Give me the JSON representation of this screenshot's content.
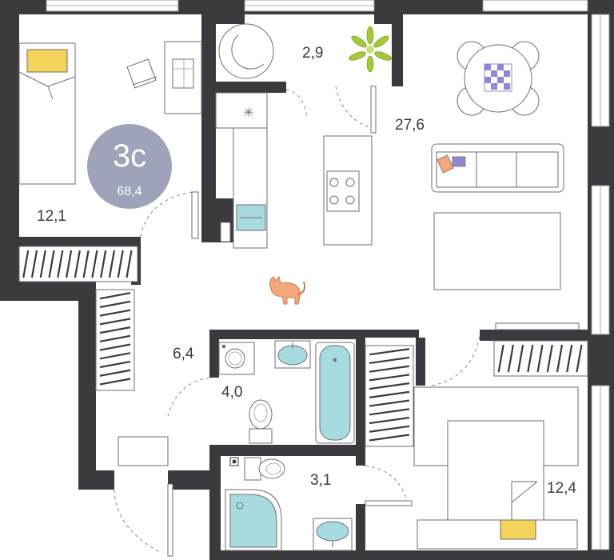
{
  "badge": {
    "rooms": "3с",
    "total_area": "68,4",
    "color": "#9ea3b9"
  },
  "rooms": {
    "bedroom_left": "12,1",
    "balcony": "2,9",
    "living_kitchen": "27,6",
    "hallway": "6,4",
    "bathroom": "4,0",
    "toilet": "3,1",
    "bedroom_right": "12,4"
  },
  "colors": {
    "wall": "#3b3a3f",
    "water": "#a8dbe0",
    "pillow": "#f3d35a",
    "plant": "#a7c83a",
    "cat": "#f3a77a",
    "accent_purple": "#8f87d6"
  },
  "icons": [
    "bed-icon",
    "chair-icon",
    "desk-icon",
    "round-table-icon",
    "plant-icon",
    "dining-table-icon",
    "sofa-icon",
    "rug-icon",
    "stove-icon",
    "sink-icon",
    "cat-icon",
    "washing-machine-icon",
    "bathtub-icon",
    "toilet-icon",
    "shower-icon",
    "wardrobe-icon"
  ]
}
